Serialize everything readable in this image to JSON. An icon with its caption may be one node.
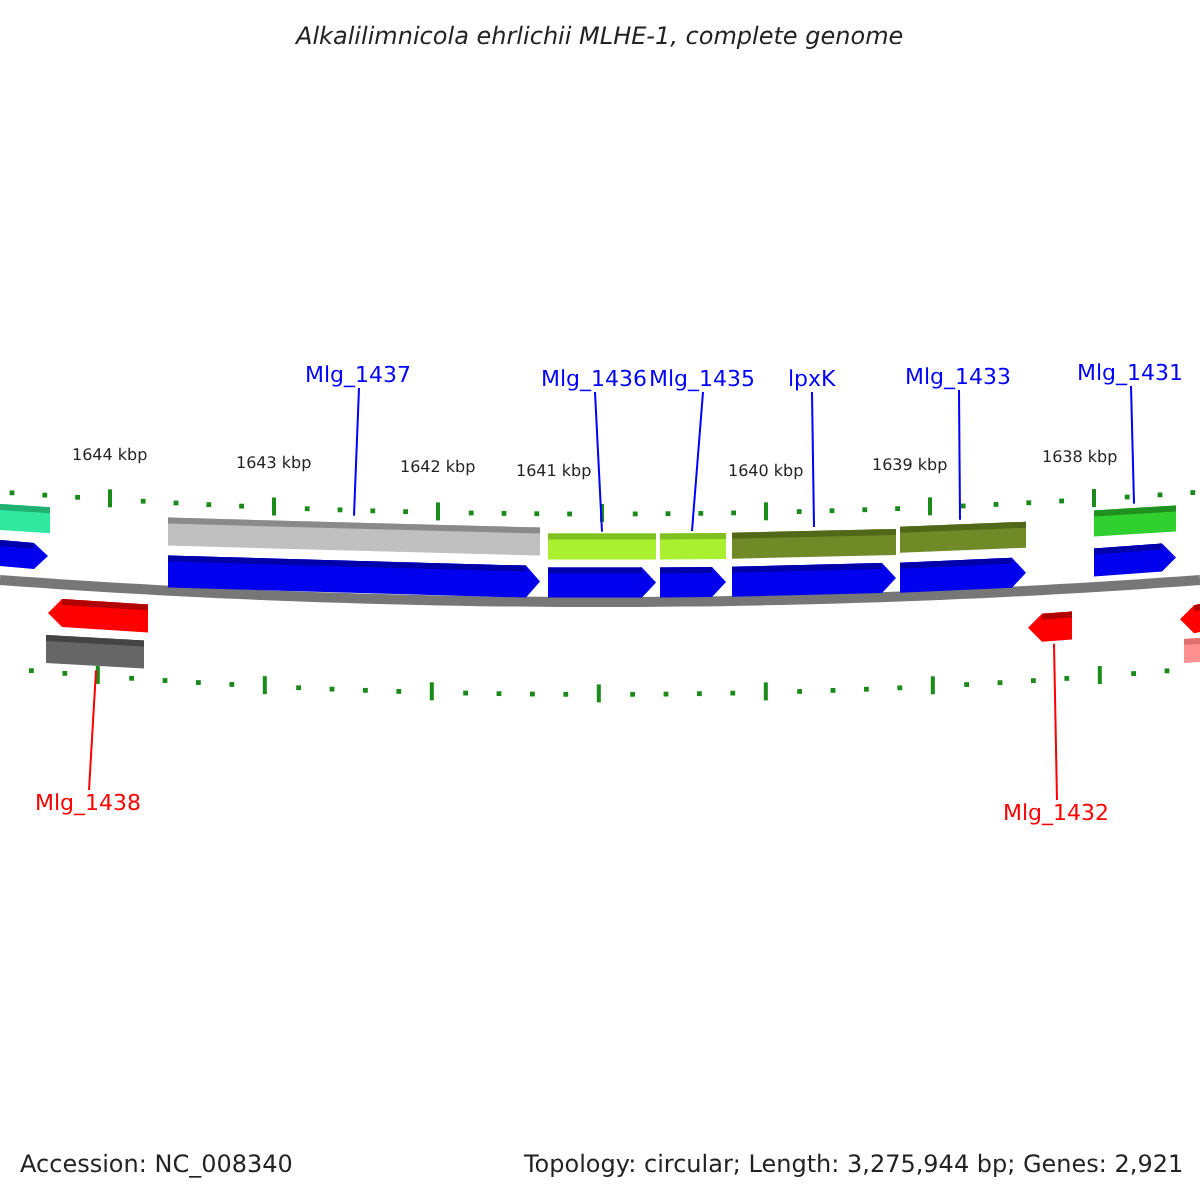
{
  "diagram": {
    "title": "Alkalilimnicola ehrlichii MLHE-1, complete genome",
    "nodes": [
      {
        "text": [
          "Mlg_1437"
        ]
      },
      {
        "text": [
          "Mlg_1436"
        ]
      },
      {
        "text": [
          "Mlg_1435"
        ]
      },
      {
        "text": [
          "lpxK"
        ]
      },
      {
        "text": [
          "Mlg_1433"
        ]
      },
      {
        "text": [
          "Mlg_1431"
        ]
      },
      {
        "text": [
          "Mlg_1438"
        ]
      },
      {
        "text": [
          "Mlg_1432"
        ]
      },
      {
        "text": [],
        "shape": "bar"
      },
      {
        "text": [],
        "shape": "bar"
      },
      {
        "text": [],
        "shape": "bar"
      },
      {
        "text": [],
        "shape": "bar"
      },
      {
        "text": [],
        "shape": "bar"
      },
      {
        "text": [],
        "shape": "bar"
      },
      {
        "text": [],
        "shape": "bar"
      },
      {
        "text": [],
        "shape": "arrow"
      }
    ],
    "edges": [
      {
        "from": 0,
        "to": 8,
        "arrow": "none"
      },
      {
        "from": 1,
        "to": 9,
        "arrow": "none"
      },
      {
        "from": 2,
        "to": 10,
        "arrow": "none"
      },
      {
        "from": 3,
        "to": 11,
        "arrow": "none"
      },
      {
        "from": 4,
        "to": 12,
        "arrow": "none"
      },
      {
        "from": 5,
        "to": 13,
        "arrow": "none"
      },
      {
        "from": 6,
        "to": 14,
        "arrow": "none",
        "color": "#ff0000"
      },
      {
        "from": 7,
        "to": 15,
        "arrow": "none",
        "color": "#ff0000"
      }
    ],
    "labels": [
      "1644 kbp",
      "1643 kbp",
      "1642 kbp",
      "1641 kbp",
      "1640 kbp",
      "1639 kbp",
      "1638 kbp",
      "Accession: NC_008340",
      "Topology: circular; Length: 3,275,944 bp; Genes: 2,921"
    ]
  }
}
